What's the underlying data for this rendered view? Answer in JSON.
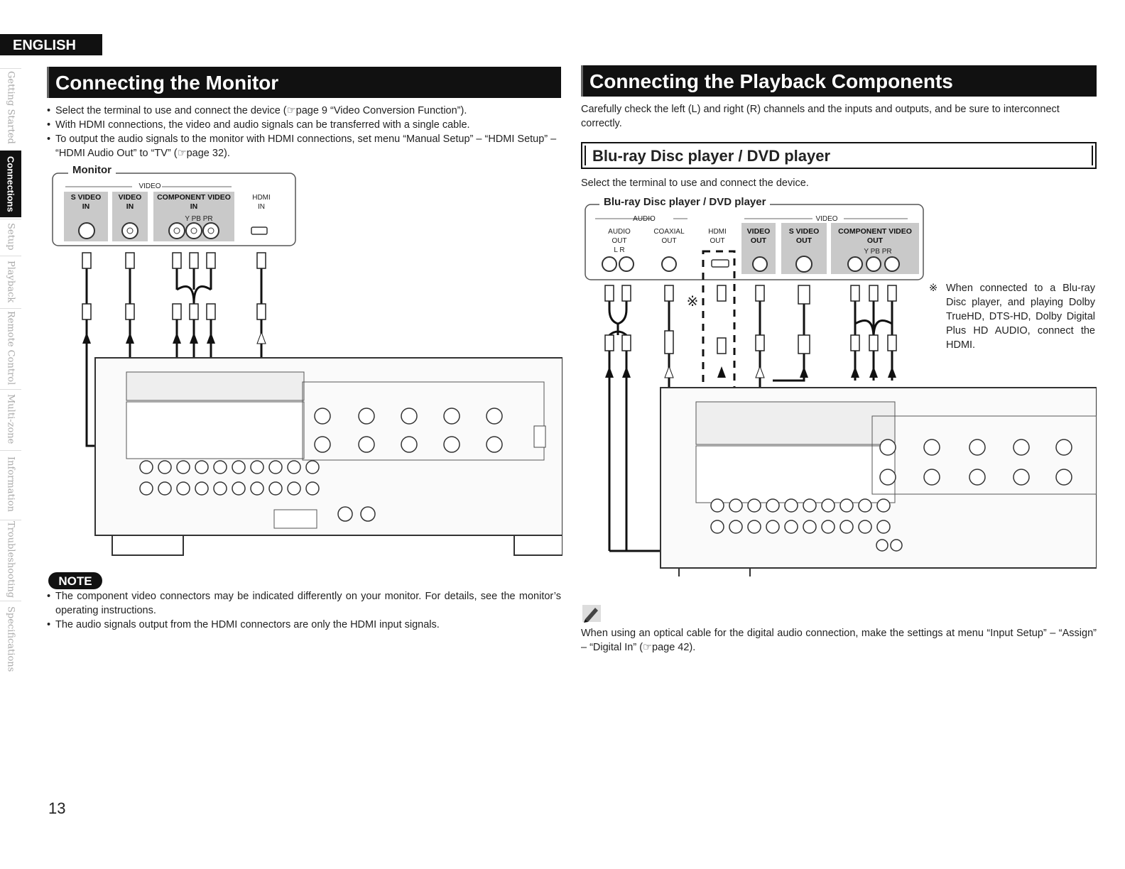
{
  "language_tab": "ENGLISH",
  "side_nav": [
    {
      "label": "Getting Started",
      "active": false
    },
    {
      "label": "Connections",
      "active": true
    },
    {
      "label": "Setup",
      "active": false
    },
    {
      "label": "Playback",
      "active": false
    },
    {
      "label": "Remote Control",
      "active": false
    },
    {
      "label": "Multi-zone",
      "active": false
    },
    {
      "label": "Information",
      "active": false
    },
    {
      "label": "Troubleshooting",
      "active": false
    },
    {
      "label": "Specifications",
      "active": false
    }
  ],
  "left": {
    "title": "Connecting the Monitor",
    "bullets": [
      "Select the terminal to use and connect the device (☞page 9 “Video Conversion Function”).",
      "With HDMI connections, the video and audio signals can be transferred with a single cable.",
      "To output the audio signals to the monitor with HDMI connections, set menu “Manual Setup” – “HDMI Setup” – “HDMI Audio Out” to “TV” (☞page 32)."
    ],
    "device": {
      "name": "Monitor",
      "video_group": "VIDEO",
      "svideo": "S VIDEO\nIN",
      "video": "VIDEO\nIN",
      "component": "COMPONENT VIDEO\nIN",
      "component_jacks": "Y   PB   PR",
      "hdmi": "HDMI\nIN"
    },
    "note_badge": "NOTE",
    "notes": [
      "The component video connectors may be indicated differently on your monitor. For details, see the monitor’s operating instructions.",
      "The audio signals output from the HDMI connectors are only the HDMI input signals."
    ]
  },
  "right": {
    "title": "Connecting the Playback Components",
    "intro": "Carefully check the left (L) and right (R) channels and the inputs and outputs, and be sure to interconnect correctly.",
    "subheading": "Blu-ray Disc player / DVD player",
    "sub_intro": "Select the terminal to use and connect the device.",
    "device": {
      "name": "Blu-ray Disc player / DVD player",
      "audio_group": "AUDIO",
      "video_group": "VIDEO",
      "audio_out": "AUDIO\nOUT\nL    R",
      "coaxial_out": "COAXIAL\nOUT",
      "hdmi_out": "HDMI\nOUT",
      "video_out": "VIDEO\nOUT",
      "svideo_out": "S VIDEO\nOUT",
      "component_out": "COMPONENT VIDEO\nOUT",
      "component_jacks": "Y   PB   PR"
    },
    "asterisk": "※",
    "callout": "When connected to a Blu-ray Disc player, and playing Dolby TrueHD, DTS-HD, Dolby Digital Plus HD AUDIO, connect the HDMI.",
    "tip": "When using an optical cable for the digital audio connection, make the settings at menu “Input Setup” – “Assign” – “Digital In” (☞page 42)."
  },
  "page_number": "13"
}
